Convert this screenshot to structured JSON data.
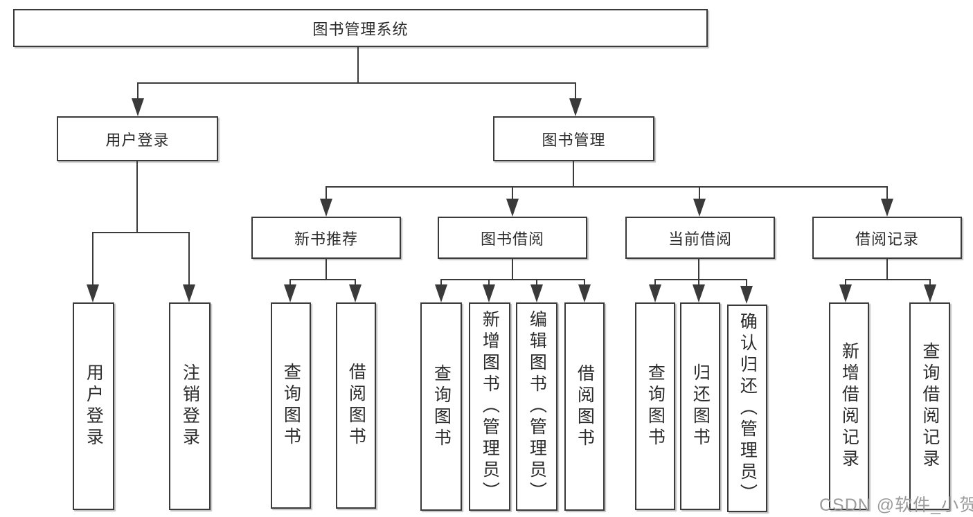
{
  "tree": {
    "root": {
      "label": "图书管理系统"
    },
    "branches": [
      {
        "label": "用户登录",
        "children": [
          {
            "label": "用户登录"
          },
          {
            "label": "注销登录"
          }
        ]
      },
      {
        "label": "图书管理",
        "children": [
          {
            "label": "新书推荐",
            "children": [
              {
                "label": "查询图书"
              },
              {
                "label": "借阅图书"
              }
            ]
          },
          {
            "label": "图书借阅",
            "children": [
              {
                "label": "查询图书"
              },
              {
                "label": "新增图书（管理员）"
              },
              {
                "label": "编辑图书（管理员）"
              },
              {
                "label": "借阅图书"
              }
            ]
          },
          {
            "label": "当前借阅",
            "children": [
              {
                "label": "查询图书"
              },
              {
                "label": "归还图书"
              },
              {
                "label": "确认归还（管理员）"
              }
            ]
          },
          {
            "label": "借阅记录",
            "children": [
              {
                "label": "新增借阅记录"
              },
              {
                "label": "查询借阅记录"
              }
            ]
          }
        ]
      }
    ]
  },
  "watermark": {
    "text": "CSDN @软件_小贺同学"
  },
  "colors": {
    "line": "#3a3a3a",
    "text": "#2b2b2b",
    "watermark": "#969696",
    "background": "#ffffff"
  }
}
